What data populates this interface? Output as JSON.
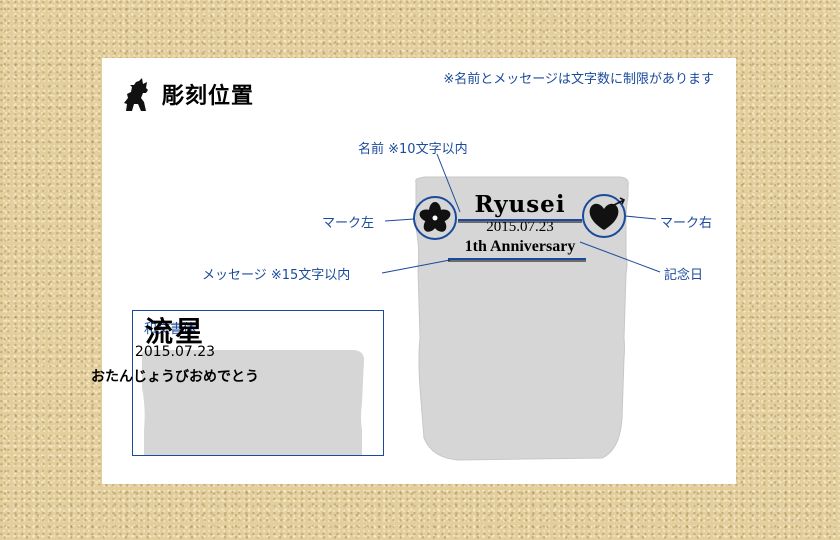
{
  "panel": {
    "title": "彫刻位置",
    "notice": "※名前とメッセージは文字数に制限があります"
  },
  "callouts": {
    "name": "名前 ※10文字以内",
    "mark_left": "マーク左",
    "mark_right": "マーク右",
    "message": "メッセージ ※15文字以内",
    "date": "記念日"
  },
  "engraving": {
    "name": "Ryusei",
    "date": "2015.07.23",
    "message": "1th Anniversary"
  },
  "japanese_sample": {
    "label": "和文書体",
    "name": "流星",
    "date": "2015.07.23",
    "message": "おたんじょうびおめでとう"
  },
  "colors": {
    "accent": "#1a4a9c",
    "cup": "#d6d6d6",
    "sand": "#e3cf9e"
  },
  "icons": {
    "title_icon": "dog-silhouette-icon",
    "mark_left_icon": "hibiscus-icon",
    "mark_right_icon": "heart-icon"
  }
}
